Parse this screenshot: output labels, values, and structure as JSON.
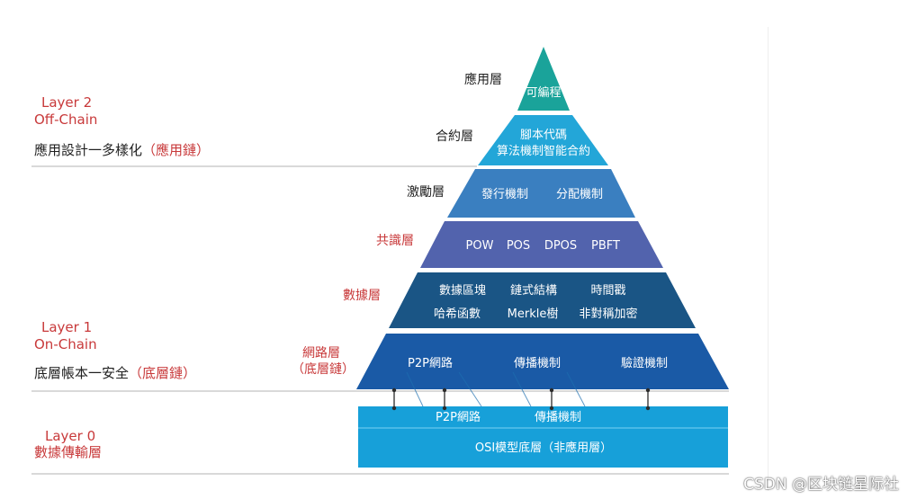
{
  "left": {
    "layer2_title": "Layer 2",
    "layer2_subtitle": "Off-Chain",
    "layer2_desc_main": "應用設計一多樣化",
    "layer2_desc_note": "（應用鏈）",
    "layer1_title": "Layer 1",
    "layer1_subtitle": "On-Chain",
    "layer1_desc_main": "底層帳本一安全",
    "layer1_desc_note": "（底層鏈）",
    "layer0_title": "Layer 0",
    "layer0_subtitle": "數據傳輸層"
  },
  "levels": {
    "app": "應用層",
    "contract": "合約層",
    "incentive": "激勵層",
    "consensus": "共識層",
    "data": "數據層",
    "network_line1": "網路層",
    "network_line2": "（底層鏈）"
  },
  "pyramid": {
    "app": [
      "可編程"
    ],
    "contract": [
      "腳本代碼",
      "算法機制智能合約"
    ],
    "incentive": [
      "發行機制",
      "分配機制"
    ],
    "consensus": [
      "POW",
      "POS",
      "DPOS",
      "PBFT"
    ],
    "data_row1": [
      "數據區塊",
      "鏈式結構",
      "時間戳"
    ],
    "data_row2": [
      "哈希函數",
      "Merkle樹",
      "非對稱加密"
    ],
    "network": [
      "P2P網路",
      "傳播機制",
      "驗證機制"
    ]
  },
  "base": {
    "top": [
      "P2P網路",
      "傳播機制"
    ],
    "bottom": "OSI模型底層（非應用層）"
  },
  "watermark": "CSDN @区块链星际社",
  "colors": {
    "teal": "#1aa39a",
    "cyan": "#23a6d8",
    "blue_mid": "#3a7fc0",
    "indigo": "#5263ad",
    "navy_dark": "#1a5585",
    "navy": "#1a5aa6",
    "base": "#17a0d9",
    "red": "#c8393a"
  }
}
